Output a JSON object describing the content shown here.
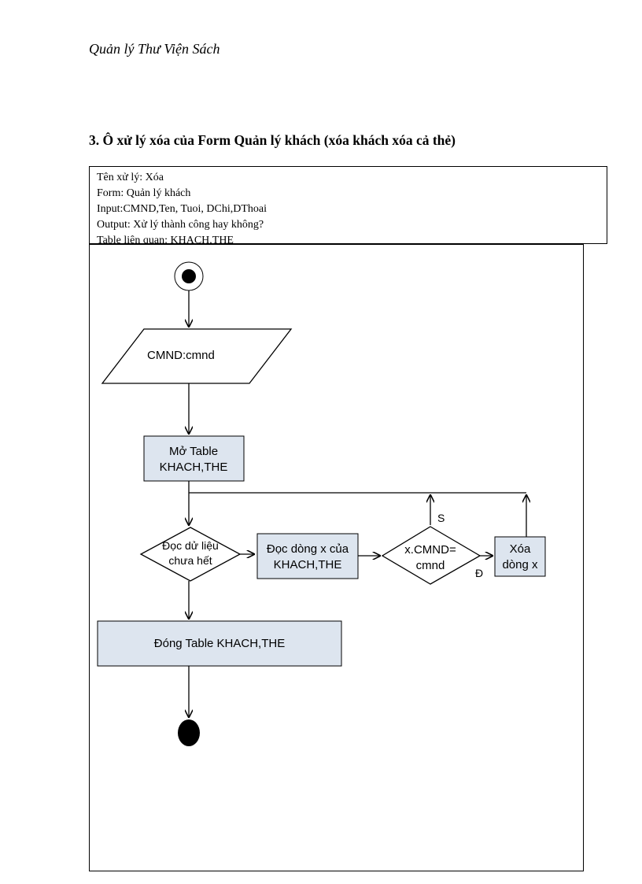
{
  "header": {
    "title": "Quản lý  Thư Viện Sách"
  },
  "section": {
    "heading": "3. Ô xử lý xóa của Form Quản lý khách (xóa khách xóa cả thẻ)"
  },
  "info": {
    "lines": [
      "Tên xử lý:  Xóa",
      "Form:  Quản lý khách",
      "Input:CMND,Ten,   Tuoi,  DChi,DThoai",
      "Output:  Xử lý thành  công hay không?",
      "Table liên  quan:  KHACH,THE"
    ]
  },
  "flowchart": {
    "input_label": "CMND:cmnd",
    "open_table": [
      "Mở Table",
      "KHACH,THE"
    ],
    "loop_condition": [
      "Đọc dử liệu",
      "chưa hết"
    ],
    "read_row": [
      "Đọc dòng x của",
      "KHACH,THE"
    ],
    "compare": [
      "x.CMND=",
      "cmnd"
    ],
    "delete_row": [
      "Xóa",
      "dòng x"
    ],
    "close_table": "Đóng Table KHACH,THE",
    "branch_false": "S",
    "branch_true": "Đ"
  }
}
